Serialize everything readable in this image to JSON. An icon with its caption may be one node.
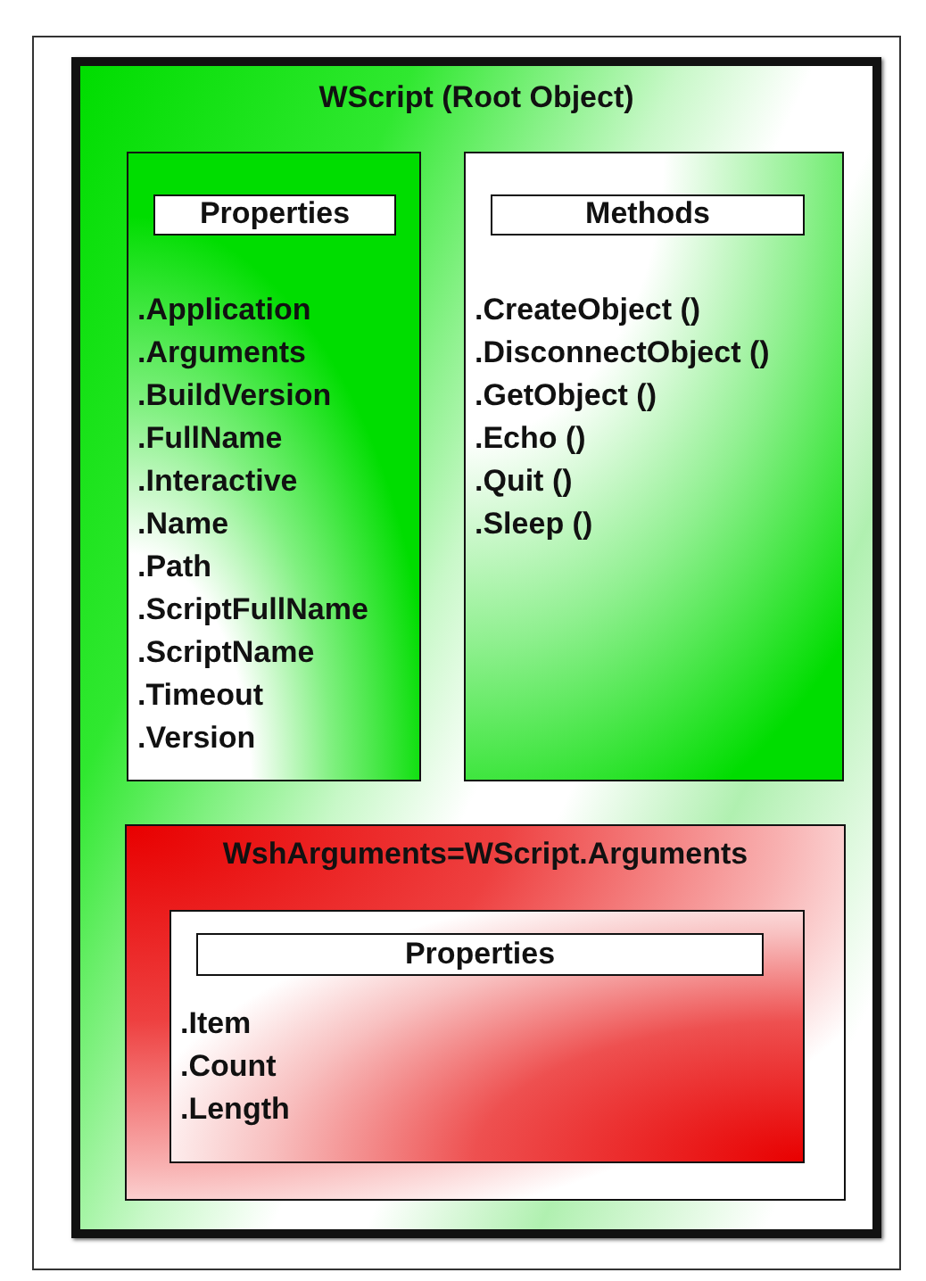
{
  "diagram": {
    "nodes": [
      {
        "text": [
          "WScript (Root Object)"
        ]
      },
      {
        "text": [
          ".Application",
          ".Arguments",
          ".BuildVersion",
          ".FullName",
          ".Interactive",
          ".Name",
          ".Path",
          ".ScriptFullName",
          ".ScriptName",
          ".Timeout",
          ".Version"
        ],
        "in": 0
      },
      {
        "text": [
          "Properties"
        ],
        "in": 1
      },
      {
        "text": [
          ".CreateObject ()",
          ".DisconnectObject ()",
          ".GetObject ()",
          ".Echo ()",
          ".Quit ()",
          ".Sleep ()"
        ],
        "in": 0
      },
      {
        "text": [
          "Methods"
        ],
        "in": 3
      },
      {
        "text": [
          "WshArguments=WScript.Arguments"
        ],
        "in": 0
      },
      {
        "text": [
          ".Item",
          ".Count",
          ".Length"
        ],
        "in": 5
      },
      {
        "text": [
          "Properties"
        ],
        "in": 6
      }
    ],
    "edges": []
  }
}
